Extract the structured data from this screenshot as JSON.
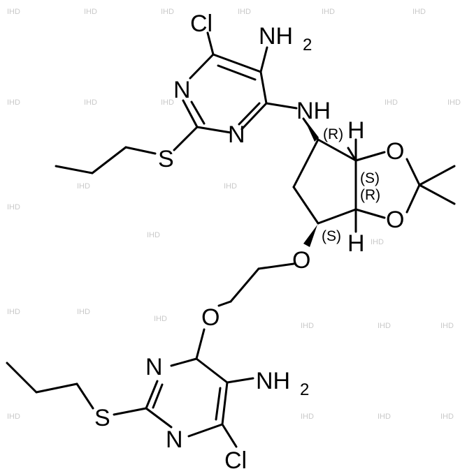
{
  "atoms": {
    "cl_top": "Cl",
    "nh2_top": "NH",
    "nh2_top_sub": "2",
    "n_top_left": "N",
    "n_top_bottom": "N",
    "s_top": "S",
    "nh_link": "NH",
    "h_top": "H",
    "h_bottom": "H",
    "o_ring_top": "O",
    "o_ring_bottom": "O",
    "o_ether_1": "O",
    "o_ether_2": "O",
    "n_bot_top": "N",
    "n_bot_bottom": "N",
    "nh2_bot": "NH",
    "nh2_bot_sub": "2",
    "s_bot": "S",
    "cl_bot": "Cl"
  },
  "stereo_labels": {
    "c_nh": "(R)",
    "c_top_fused": "(S)",
    "c_bot_fused": "(R)",
    "c_o": "(S)"
  },
  "watermark": "IHD"
}
